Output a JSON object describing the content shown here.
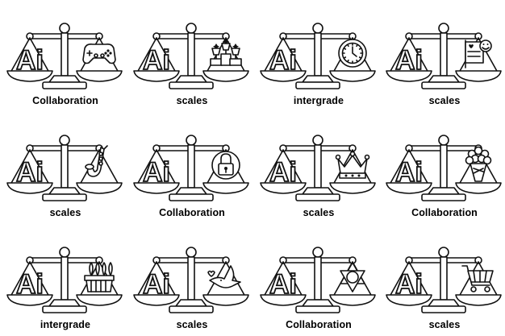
{
  "cells": [
    {
      "caption": "Collaboration",
      "left_label": "Ai",
      "right_icon": "gamepad-icon"
    },
    {
      "caption": "scales",
      "left_label": "Ai",
      "right_icon": "trophies-icon"
    },
    {
      "caption": "intergrade",
      "left_label": "Ai",
      "right_icon": "clock-icon"
    },
    {
      "caption": "scales",
      "left_label": "Ai",
      "right_icon": "flag-smiley-icon"
    },
    {
      "caption": "scales",
      "left_label": "Ai",
      "right_icon": "saxophone-icon"
    },
    {
      "caption": "Collaboration",
      "left_label": "Ai",
      "right_icon": "lock-icon"
    },
    {
      "caption": "scales",
      "left_label": "Ai",
      "right_icon": "crown-icon"
    },
    {
      "caption": "Collaboration",
      "left_label": "Ai",
      "right_icon": "bouquet-icon"
    },
    {
      "caption": "intergrade",
      "left_label": "Ai",
      "right_icon": "basket-icon"
    },
    {
      "caption": "scales",
      "left_label": "Ai",
      "right_icon": "dove-icon"
    },
    {
      "caption": "Collaboration",
      "left_label": "Ai",
      "right_icon": "star-of-david-icon"
    },
    {
      "caption": "scales",
      "left_label": "Ai",
      "right_icon": "shopping-cart-icon"
    }
  ]
}
